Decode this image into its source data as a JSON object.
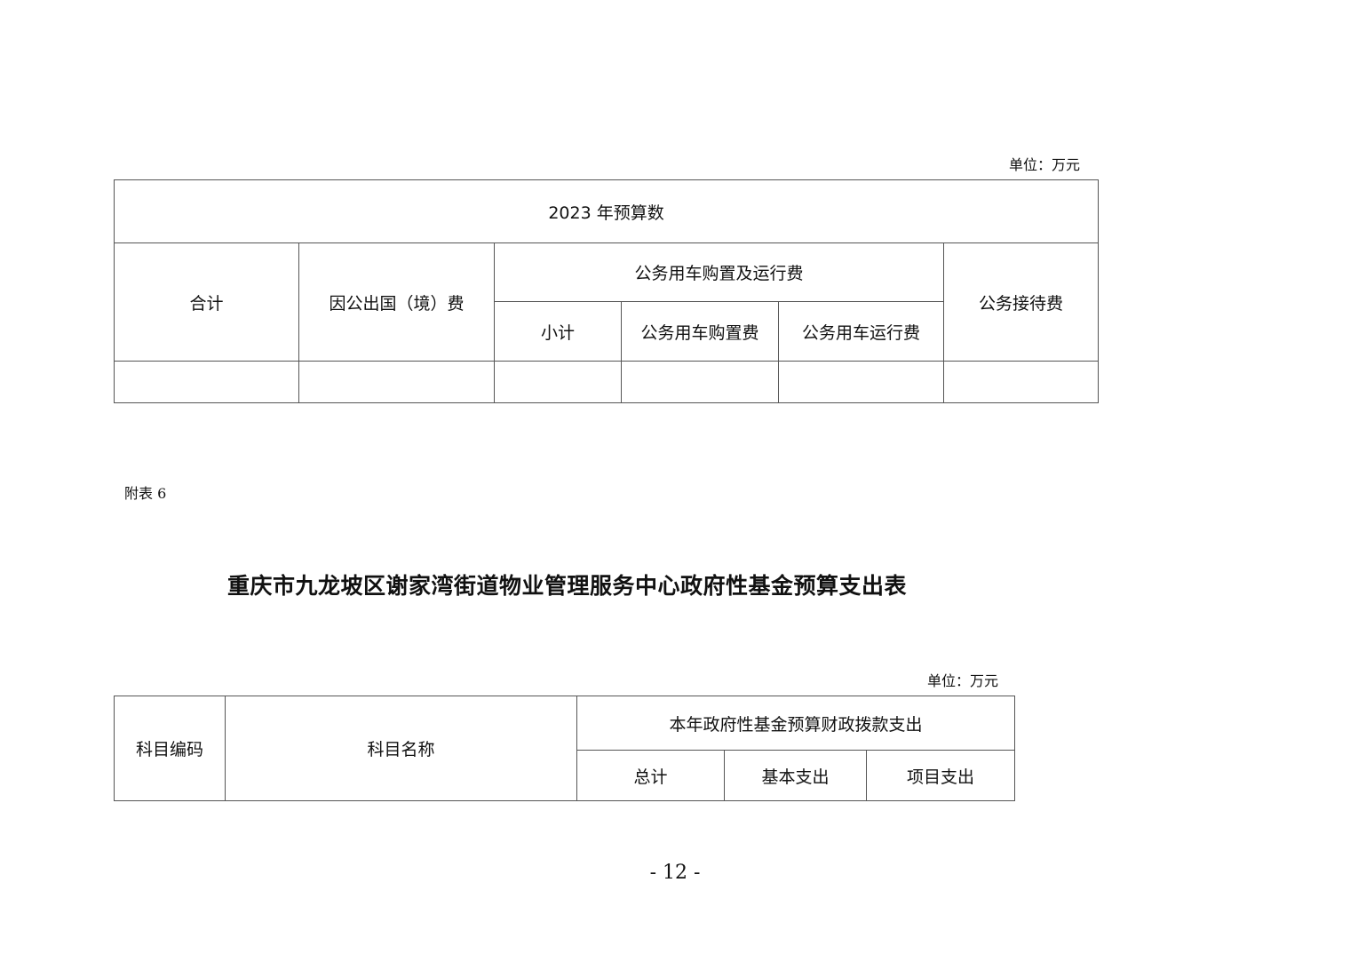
{
  "top_table": {
    "unit": "单位：万元",
    "header_year": "2023 年预算数",
    "col_total": "合计",
    "col_abroad": "因公出国（境）费",
    "col_vehicle_group": "公务用车购置及运行费",
    "col_subtotal": "小计",
    "col_vehicle_purchase": "公务用车购置费",
    "col_vehicle_operation": "公务用车运行费",
    "col_reception": "公务接待费",
    "data_row": [
      "",
      "",
      "",
      "",
      "",
      ""
    ]
  },
  "appendix_label": "附表 6",
  "second_table": {
    "title": "重庆市九龙坡区谢家湾街道物业管理服务中心政府性基金预算支出表",
    "unit": "单位：万元",
    "col_code": "科目编码",
    "col_name": "科目名称",
    "col_group": "本年政府性基金预算财政拨款支出",
    "col_total": "总计",
    "col_basic": "基本支出",
    "col_project": "项目支出"
  },
  "page_number": "- 12 -"
}
